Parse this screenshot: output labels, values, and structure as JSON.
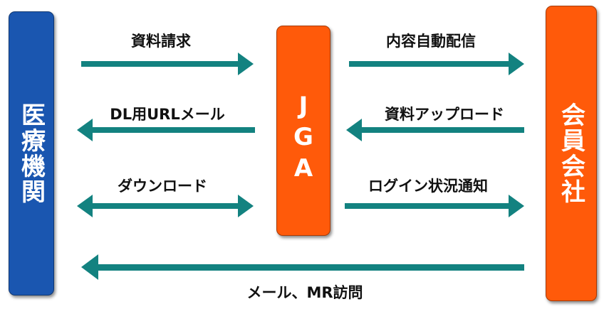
{
  "colors": {
    "medical_box": "#1a56b0",
    "jga_box": "#ff5a0a",
    "member_box": "#ff5a0a",
    "arrow": "#138280"
  },
  "nodes": {
    "medical": "医療機関",
    "jga": "JGA",
    "member": "会員会社"
  },
  "flows": {
    "doc_request": "資料請求",
    "content_auto_delivery": "内容自動配信",
    "dl_url_mail": "DL用URLメール",
    "doc_upload": "資料アップロード",
    "download": "ダウンロード",
    "login_status_notice": "ログイン状況通知",
    "mail_mr_visit": "メール、MR訪問"
  }
}
